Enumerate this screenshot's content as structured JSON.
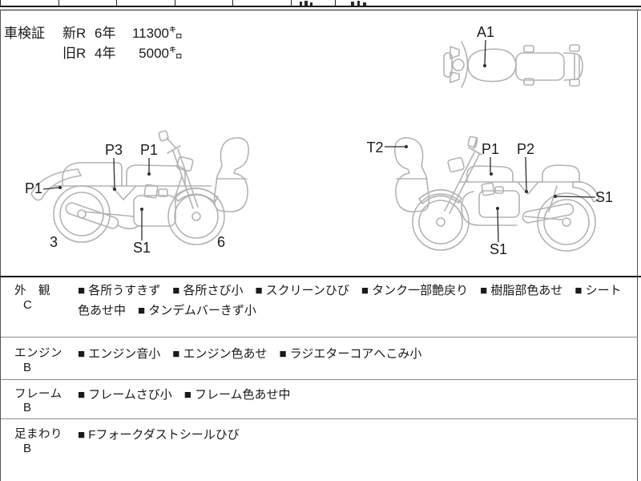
{
  "registration": {
    "title": "車検証",
    "rows": [
      {
        "label": "新R",
        "year": "6年",
        "mileage": "11300㌔"
      },
      {
        "label": "旧R",
        "year": "4年",
        "mileage": "5000㌔"
      }
    ]
  },
  "diagram": {
    "top_view": {
      "tank_label": "A1"
    },
    "left_bike": {
      "rear_fender_label": "P1",
      "underseat_label": "P3",
      "tank_label": "P1",
      "engine_label": "S1",
      "num_left": "3",
      "num_right": "6"
    },
    "right_bike": {
      "screen_label": "T2",
      "tank_label": "P1",
      "underseat_label": "P2",
      "shock_label": "S1",
      "engine_label": "S1"
    }
  },
  "inspection": {
    "bullet": "■",
    "rows": [
      {
        "category": "外　観",
        "grade": "C",
        "items": [
          "各所うすきず",
          "各所さび小",
          "スクリーンひび",
          "タンク一部艶戻り",
          "樹脂部色あせ",
          "シート色あせ中",
          "タンデムバーきず小"
        ]
      },
      {
        "category": "エンジン",
        "grade": "B",
        "items": [
          "エンジン音小",
          "エンジン色あせ",
          "ラジエターコアへこみ小"
        ]
      },
      {
        "category": "フレーム",
        "grade": "B",
        "items": [
          "フレームさび小",
          "フレーム色あせ中"
        ]
      },
      {
        "category": "足まわり",
        "grade": "B",
        "items": [
          "Fフォークダストシールひび"
        ]
      }
    ]
  }
}
